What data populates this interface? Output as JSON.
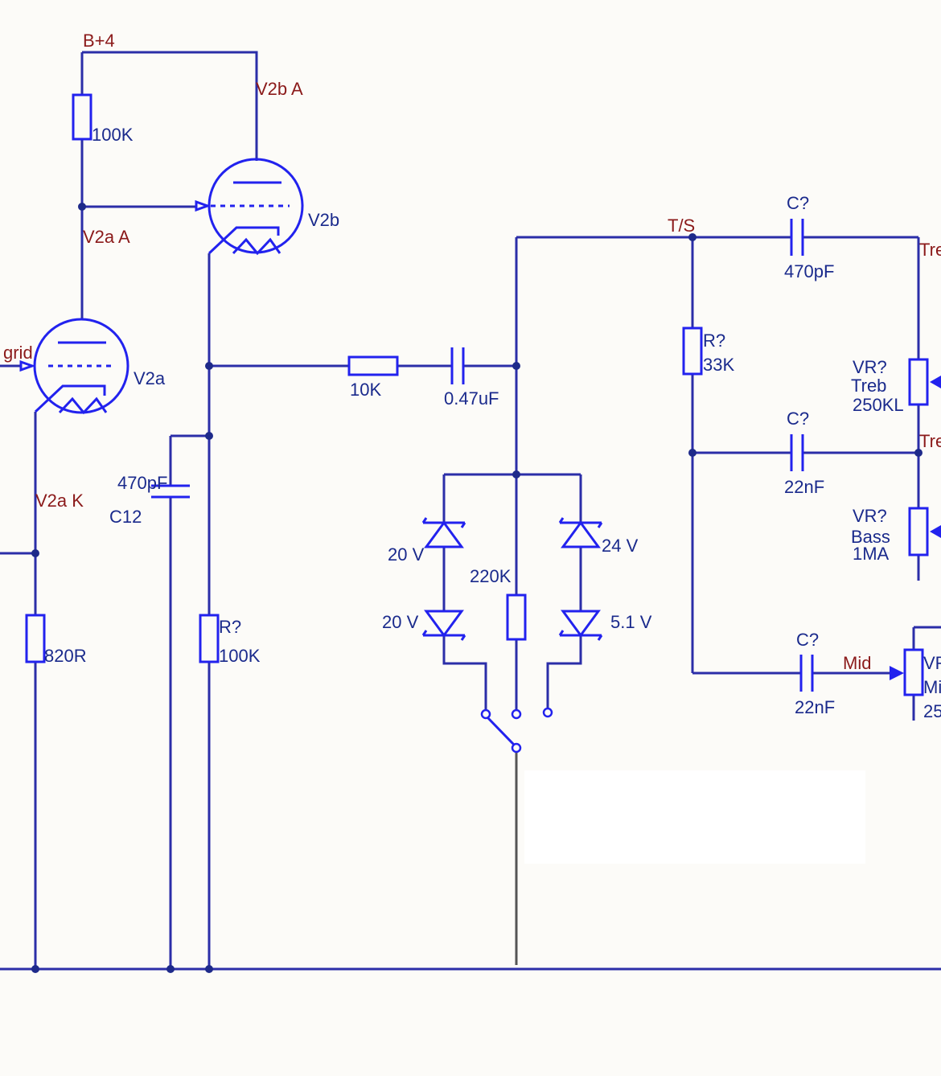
{
  "nets": {
    "b_plus": "B+4",
    "v2b_anode": "V2b A",
    "v2a_anode": "V2a A",
    "v2a_cathode": "V2a K",
    "grid": "grid",
    "tone_stack": "T/S",
    "treble_top": "Tre",
    "treble_mid": "Tre",
    "mid": "Mid"
  },
  "tubes": {
    "v2a": "V2a",
    "v2b": "V2b"
  },
  "parts": {
    "r_plate": "100K",
    "r_cathode": "820R",
    "r_series": "10K",
    "r_shunt_ref": "R?",
    "r_shunt_val": "100K",
    "c_bypass_val": "470pF",
    "c_bypass_ref": "C12",
    "c_coupling": "0.47uF",
    "r_bleed": "220K",
    "r_slope_ref": "R?",
    "r_slope_val": "33K",
    "c_treble_ref": "C?",
    "c_treble_val": "470pF",
    "c_bass_ref": "C?",
    "c_bass_val": "22nF",
    "c_mid_ref": "C?",
    "c_mid_val": "22nF",
    "vr_treble_ref": "VR?",
    "vr_treble_name": "Treb",
    "vr_treble_val": "250KL",
    "vr_bass_ref": "VR?",
    "vr_bass_name": "Bass",
    "vr_bass_val": "1MA",
    "vr_mid_ref": "VR",
    "vr_mid_name": "Mi",
    "vr_mid_val": "25"
  },
  "diodes": {
    "z1": "20 V",
    "z2": "20 V",
    "z3": "24 V",
    "z4": "5.1 V"
  },
  "colors": {
    "wire": "#2b2ea8",
    "component": "#2222ee",
    "net_label": "#8b1a1a",
    "text": "#1a2a8c",
    "background": "#fcfbf8"
  }
}
